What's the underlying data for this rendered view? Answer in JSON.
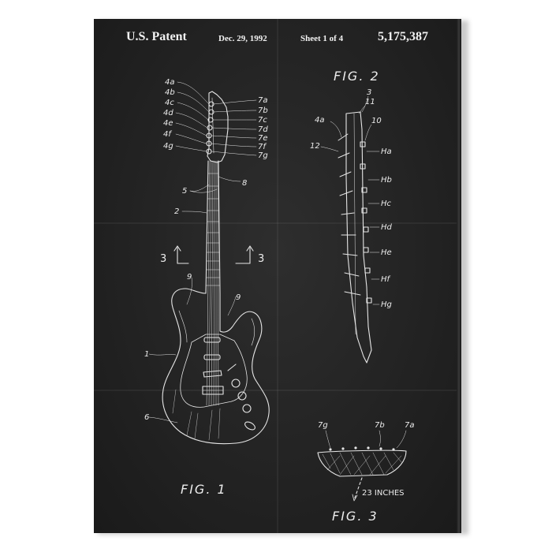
{
  "header": {
    "patent_label": "U.S. Patent",
    "date": "Dec. 29, 1992",
    "sheet": "Sheet 1 of 4",
    "patent_number": "5,175,387"
  },
  "figures": {
    "fig1": "FIG. 1",
    "fig2": "FIG. 2",
    "fig3": "FIG. 3"
  },
  "fig1_labels": {
    "left_pegs": [
      "4a",
      "4b",
      "4c",
      "4d",
      "4e",
      "4f",
      "4g"
    ],
    "right_pegs": [
      "7a",
      "7b",
      "7c",
      "7d",
      "7e",
      "7f",
      "7g"
    ],
    "ref_2": "2",
    "ref_5": "5",
    "ref_8": "8",
    "ref_3_left": "3",
    "ref_3_right": "3",
    "ref_9_left": "9",
    "ref_9_right": "9",
    "ref_1": "1",
    "ref_6": "6"
  },
  "fig2_labels": {
    "ref_3": "3",
    "ref_11": "11",
    "ref_4a": "4a",
    "ref_10": "10",
    "ref_12": "12",
    "heights": [
      "Ha",
      "Hb",
      "Hc",
      "Hd",
      "He",
      "Hf",
      "Hg"
    ]
  },
  "fig3_labels": {
    "ref_7g": "7g",
    "ref_7b": "7b",
    "ref_7a": "7a",
    "radius": "23 INCHES"
  },
  "colors": {
    "chalk": "#ececec",
    "board": "#262626"
  }
}
